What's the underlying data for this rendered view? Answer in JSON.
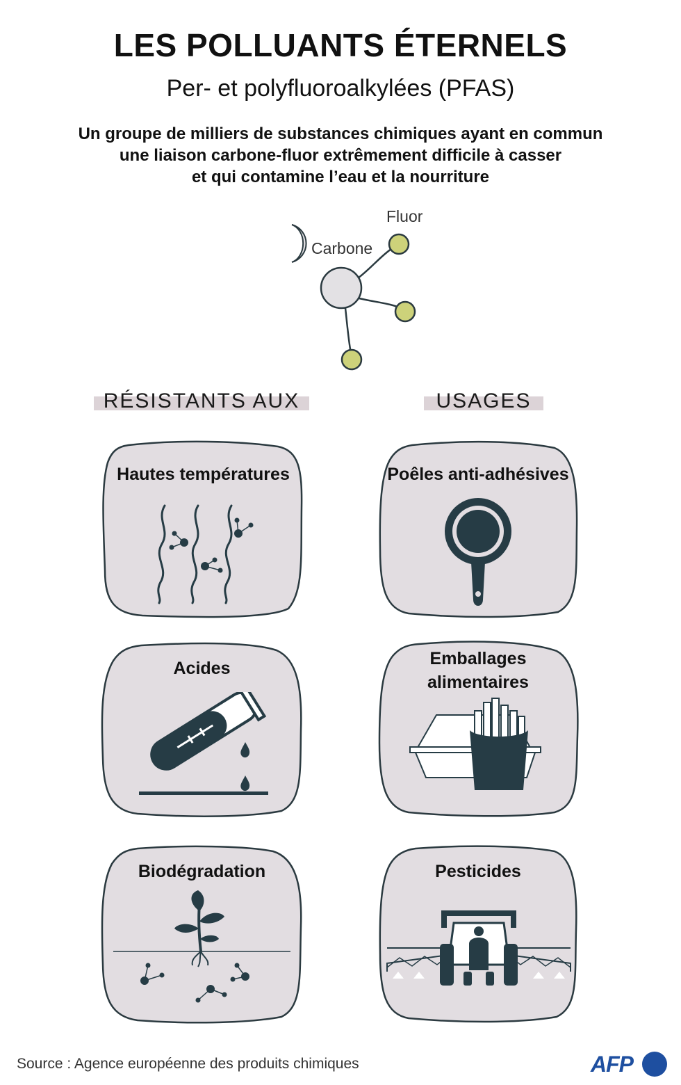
{
  "header": {
    "title": "LES POLLUANTS ÉTERNELS",
    "subtitle": "Per- et polyfluoroalkylées (PFAS)",
    "intro_lines": [
      "Un groupe de milliers de substances chimiques ayant en commun",
      "une liaison carbone-fluor extrêmement difficile à casser",
      "et qui contamine l’eau et la nourriture"
    ]
  },
  "molecule": {
    "carbon_label": "Carbone",
    "fluor_label": "Fluor",
    "carbon_color": "#e3e1e4",
    "fluor_color": "#cdd27a"
  },
  "columns": {
    "left_header": "RÉSISTANTS AUX",
    "right_header": "USAGES"
  },
  "cards": {
    "heat": {
      "title": "Hautes températures",
      "icon": "heat-molecules-icon"
    },
    "acids": {
      "title": "Acides",
      "icon": "test-tube-icon"
    },
    "biodeg": {
      "title": "Biodégradation",
      "icon": "plant-icon"
    },
    "pans": {
      "title": "Poêles anti-adhésives",
      "icon": "frying-pan-icon"
    },
    "packaging": {
      "title_line1": "Emballages",
      "title_line2": "alimentaires",
      "icon": "fries-box-icon"
    },
    "pesticides": {
      "title": "Pesticides",
      "icon": "tractor-sprayer-icon"
    }
  },
  "footer": {
    "source": "Source : Agence européenne des produits chimiques",
    "logo": "AFP"
  },
  "colors": {
    "card_fill": "#e2dde1",
    "card_stroke": "#2b3a40",
    "icon_dark": "#263c45",
    "header_bar": "#dcd3d7"
  }
}
